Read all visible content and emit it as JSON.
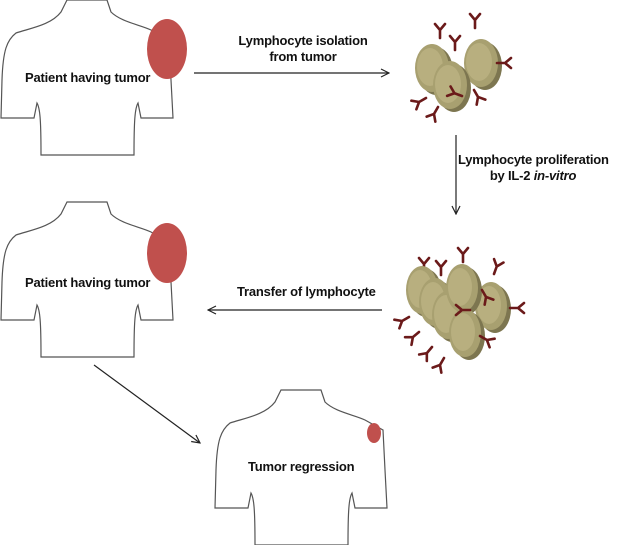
{
  "colors": {
    "tumor": "#c0504d",
    "cell_fill": "#a8a070",
    "cell_face": "#c4bc8c",
    "cell_edge": "#7d7650",
    "antibody": "#6b1a1a",
    "outline": "#555555",
    "arrow": "#222222"
  },
  "patients": [
    {
      "label": "Patient having tumor",
      "tumor_size": "large"
    },
    {
      "label": "Patient having tumor",
      "tumor_size": "large"
    },
    {
      "label": "Tumor regression",
      "tumor_size": "small"
    }
  ],
  "steps": {
    "isolation": {
      "line1": "Lymphocyte isolation",
      "line2": "from tumor"
    },
    "proliferation": {
      "line1": "Lymphocyte proliferation",
      "line2_prefix": "by IL-2 ",
      "line2_italic": "in-vitro"
    },
    "transfer": {
      "label": "Transfer of lymphocyte"
    }
  },
  "cell_clusters": [
    {
      "name": "isolated-lymphocytes",
      "cell_count": 3
    },
    {
      "name": "proliferated-lymphocytes",
      "cell_count": 6
    }
  ]
}
